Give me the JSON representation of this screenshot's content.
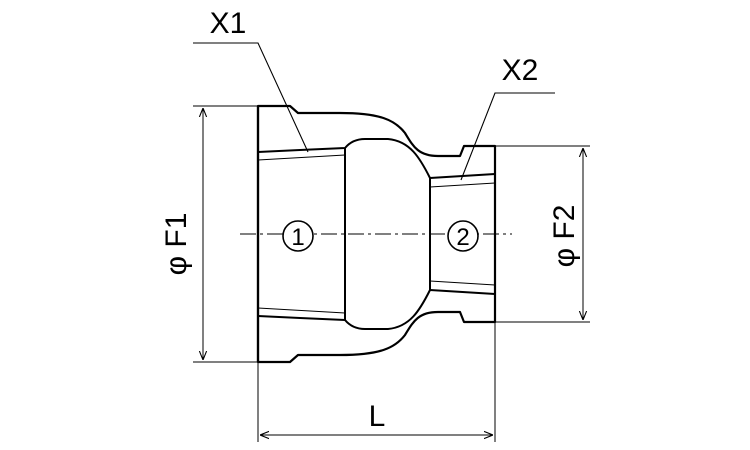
{
  "labels": {
    "thread_1": "X1",
    "thread_2": "X2",
    "diameter_1": "φ F1",
    "diameter_2": "φ F2",
    "length": "L",
    "port_1": "1",
    "port_2": "2"
  },
  "colors": {
    "stroke": "#000000",
    "background": "#ffffff"
  }
}
